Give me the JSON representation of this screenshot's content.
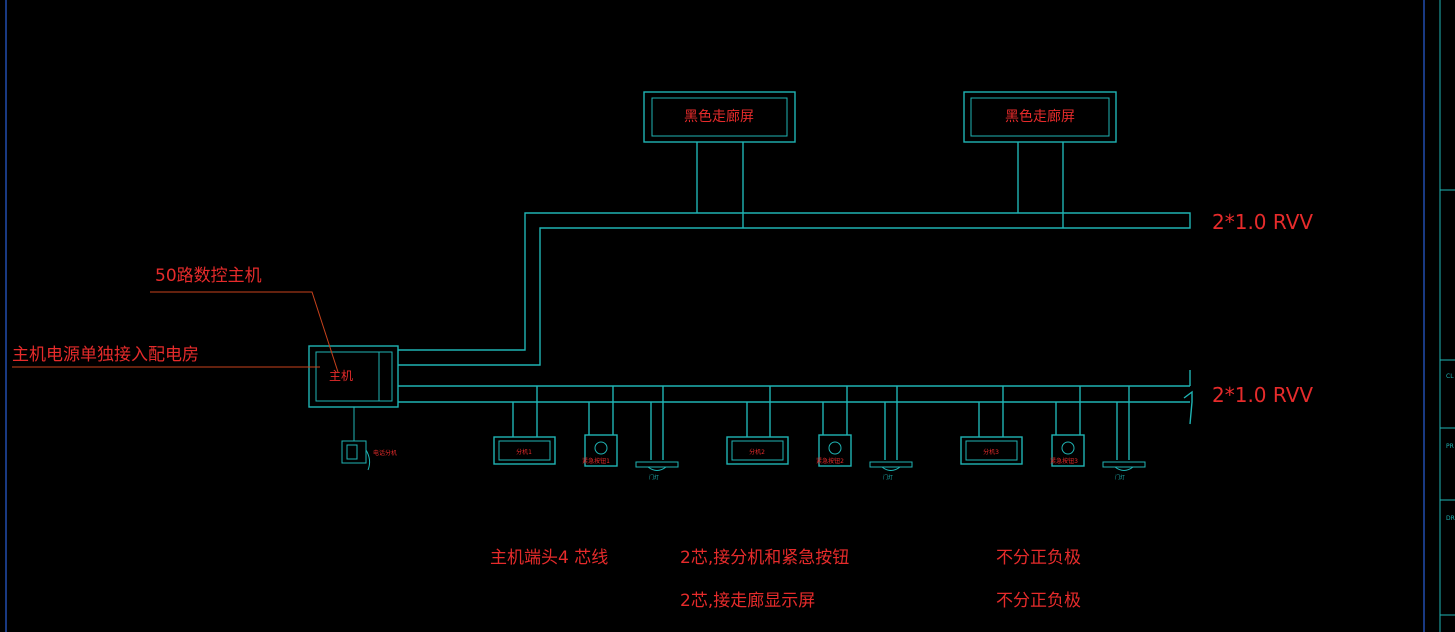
{
  "top_displays": [
    {
      "label": "黑色走廊屏"
    },
    {
      "label": "黑色走廊屏"
    }
  ],
  "bus_labels": {
    "upper": "2*1.0 RVV",
    "lower": "2*1.0 RVV"
  },
  "host": {
    "label": "主机",
    "callout": "50路数控主机",
    "power_note": "主机电源单独接入配电房",
    "phone_label": "电话分机"
  },
  "groups": [
    {
      "display_label": "分机1",
      "button_label": "紧急按钮1",
      "light_label": "门灯"
    },
    {
      "display_label": "分机2",
      "button_label": "紧急按钮2",
      "light_label": "门灯"
    },
    {
      "display_label": "分机3",
      "button_label": "紧急按钮3",
      "light_label": "门灯"
    }
  ],
  "notes": {
    "host_end": "主机端头4 芯线",
    "line_1": "2芯,接分机和紧急按钮",
    "line_2": "2芯,接走廊显示屏",
    "polarity_1": "不分正负极",
    "polarity_2": "不分正负极"
  },
  "side_panel": [
    "CL",
    "PR",
    "DR"
  ],
  "colors": {
    "background": "#000000",
    "wire": "#1fb3b3",
    "text": "#e62b2b",
    "leader": "#c8421c",
    "border": "#2a5fd8"
  }
}
